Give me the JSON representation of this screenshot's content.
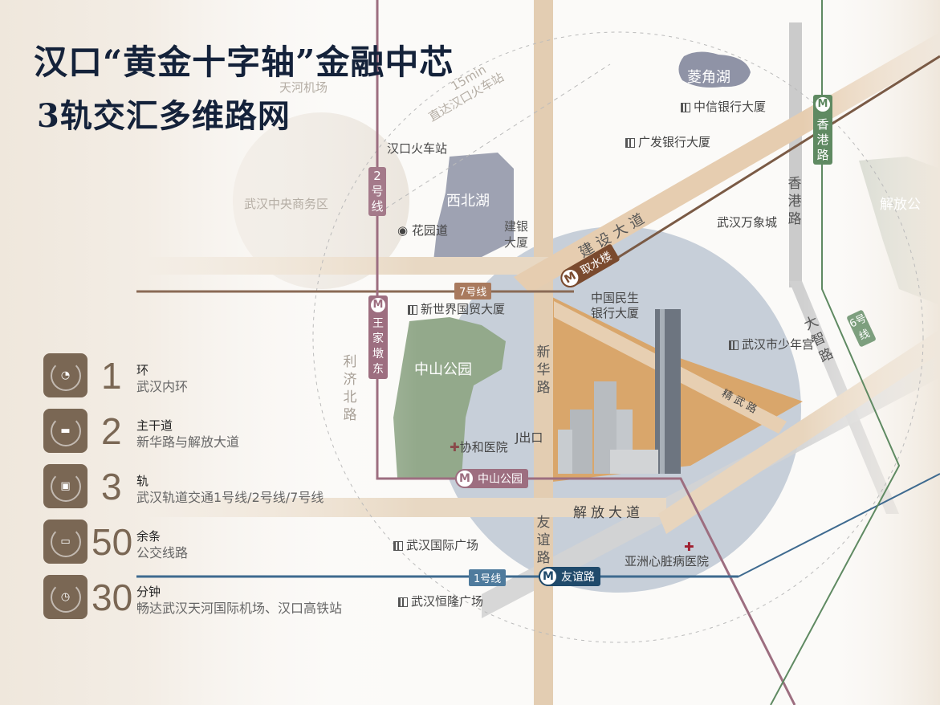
{
  "title": {
    "line1": "汉口“黄金十字轴”金融中芯",
    "line2": "3轨交汇多维路网"
  },
  "colors": {
    "title": "#14223a",
    "legend_icon_bg": "#7a6754",
    "line1": "#3e6a8f",
    "line2": "#a47a8a",
    "line6": "#5f8a62",
    "line7": "#8a5a3c",
    "road_main": "#e2c7a6",
    "road_grey": "#c9c9c9",
    "lake": "#9ca0b0",
    "park": "#93a98b",
    "circle": "#c5ccd6",
    "site": "#d7a56b"
  },
  "legend": [
    {
      "icon": "ring-road-icon",
      "number": "1",
      "heading": "环",
      "desc": "武汉内环"
    },
    {
      "icon": "car-icon",
      "number": "2",
      "heading": "主干道",
      "desc": "新华路与解放大道"
    },
    {
      "icon": "train-icon",
      "number": "3",
      "heading": "轨",
      "desc": "武汉轨道交通1号线/2号线/7号线"
    },
    {
      "icon": "bus-icon",
      "number": "50",
      "heading": "余条",
      "desc": "公交线路"
    },
    {
      "icon": "watch-icon",
      "number": "30",
      "heading": "分钟",
      "desc": "畅达武汉天河国际机场、汉口高铁站"
    }
  ],
  "places": {
    "tianhe_airport": "天河机场",
    "cbd": "武汉中央商务区",
    "hankou_station": "汉口火车站",
    "huayuandao": "花园道",
    "xibeihu": "西北湖",
    "jianyin": "建银大厦",
    "lingjiaohu": "菱角湖",
    "citic": "中信银行大厦",
    "cgb": "广发银行大厦",
    "mixc": "武汉万象城",
    "jiefang_park": "解放公",
    "new_world": "新世界国贸大厦",
    "minsheng": "中国民生银行大厦",
    "zhongshan_park": "中山公园",
    "xiehe": "协和医院",
    "j_exit": "J出口",
    "youth_palace": "武汉市少年宫",
    "intl_plaza": "武汉国际广场",
    "henglong": "武汉恒隆广场",
    "asia_heart": "亚洲心脏病医院"
  },
  "roads": {
    "jianshe": "建设大道",
    "jiefang": "解放大道",
    "xinhua": "新华路",
    "youyi": "友谊路",
    "liji_north": "利济北路",
    "hongkong": "香港路",
    "jingwu": "精武路",
    "dazhi": "大智路"
  },
  "annotation": {
    "time": "15min",
    "route": "直达汉口火车站"
  },
  "lines": {
    "line1": "1号线",
    "line2": "2号线",
    "line6": "6号线",
    "line7": "7号线"
  },
  "stations": {
    "qushuilou": "取水楼",
    "wangjiadundong": "王家墩东",
    "zhongshan_park": "中山公园",
    "youyilu": "友谊路",
    "xianggang": "香港路"
  }
}
